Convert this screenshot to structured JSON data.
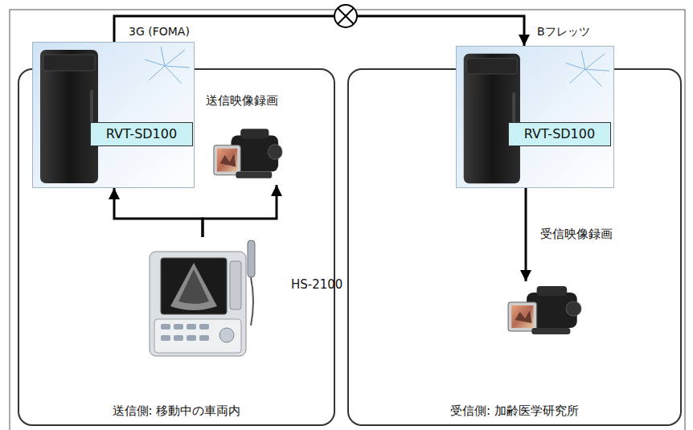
{
  "diagram": {
    "nodes": [
      {
        "text": [
          "送信側: 移動中の車両内"
        ]
      },
      {
        "text": [
          "RVT-SD100"
        ],
        "in": 0
      },
      {
        "text": [
          "送信映像録画"
        ],
        "in": 0
      },
      {
        "text": [
          "HS-2100"
        ],
        "in": 0
      },
      {
        "text": [
          "受信側: 加齢医学研究所"
        ]
      },
      {
        "text": [
          "RVT-SD100"
        ],
        "in": 4
      },
      {
        "text": [
          "受信映像録画"
        ],
        "in": 4
      }
    ],
    "edges": [
      {
        "from": 1,
        "to": 5,
        "arrow": "to"
      },
      {
        "from": 3,
        "to": 1,
        "arrow": "to"
      },
      {
        "from": 3,
        "to": 2,
        "arrow": "to"
      },
      {
        "from": 5,
        "to": 6,
        "arrow": "to"
      }
    ],
    "labels": [
      "3G (FOMA)",
      "Bフレッツ"
    ]
  }
}
